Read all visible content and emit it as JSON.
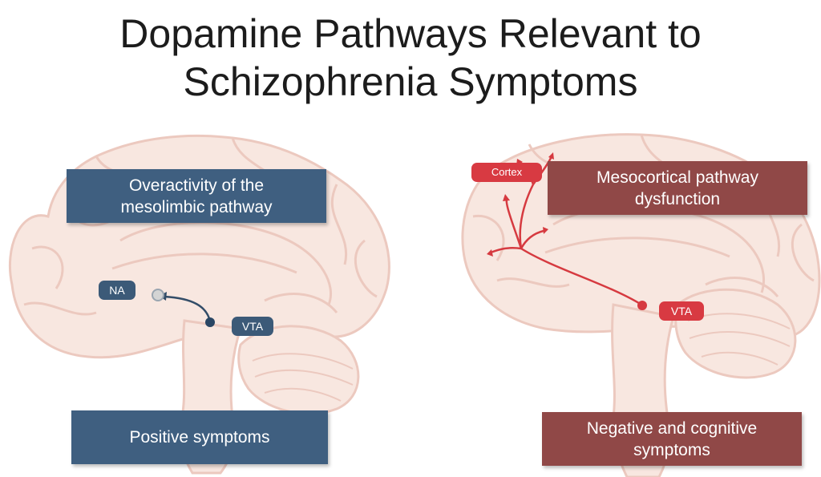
{
  "title": {
    "line1": "Dopamine Pathways Relevant to",
    "line2": "Schizophrenia Symptoms"
  },
  "left_panel": {
    "pathway_box": {
      "line1": "Overactivity of the",
      "line2": "mesolimbic pathway"
    },
    "label_na": "NA",
    "label_vta": "VTA",
    "symptom_box": "Positive symptoms"
  },
  "right_panel": {
    "label_cortex": "Cortex",
    "pathway_box": {
      "line1": "Mesocortical pathway",
      "line2": "dysfunction"
    },
    "label_vta": "VTA",
    "symptom_box": {
      "line1": "Negative and cognitive",
      "line2": "symptoms"
    }
  },
  "colors": {
    "mesolimbic": "#3f5f80",
    "mesocortical": "#904847",
    "pathway_arrow_red": "#d63a40",
    "brain_fill": "#f8e7e0",
    "brain_stroke": "#ecc9bf"
  }
}
